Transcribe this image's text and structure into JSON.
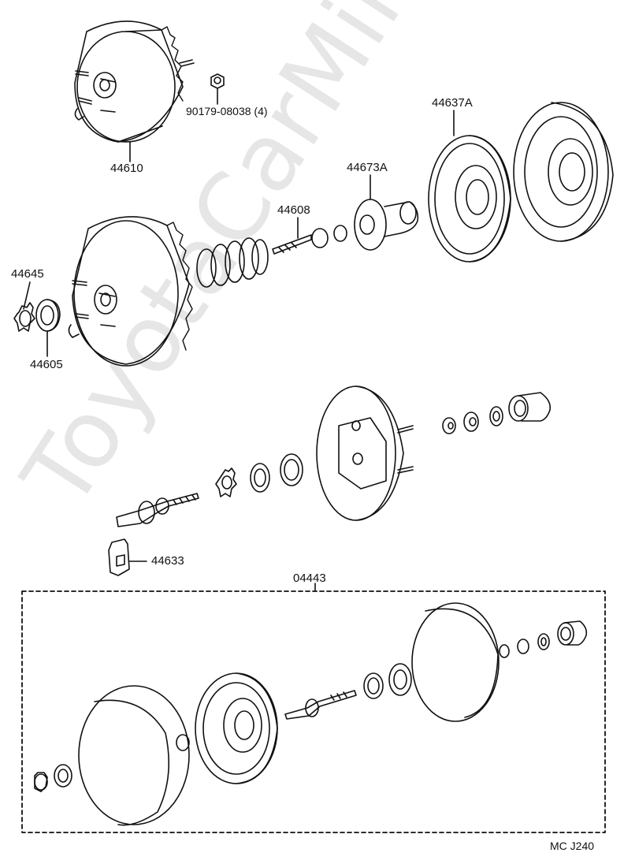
{
  "watermark": "ToyotaCarMirror.ru",
  "labels": {
    "p44610": "44610",
    "p90179": "90179-08038 (4)",
    "p44637A": "44637A",
    "p44673A": "44673A",
    "p44608": "44608",
    "p44645": "44645",
    "p44605": "44605",
    "p44633": "44633",
    "p04443": "04443",
    "footer": "MC  J240"
  },
  "colors": {
    "line": "#111111",
    "watermark": "#e6e6e6",
    "background": "#ffffff"
  }
}
